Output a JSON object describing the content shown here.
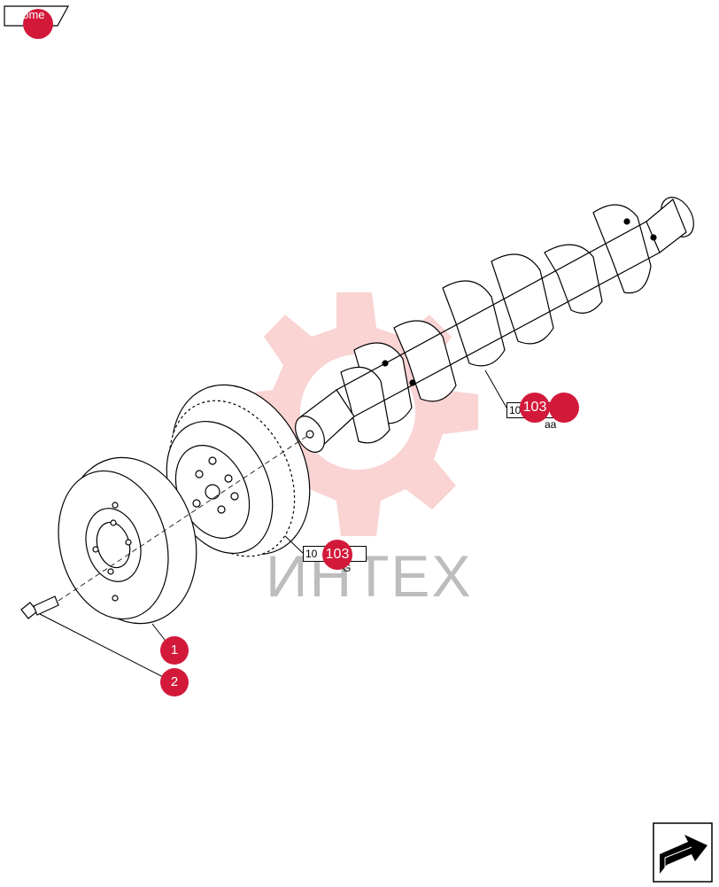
{
  "nav": {
    "home_label": "home"
  },
  "watermark": {
    "text": "ИНТЕХ",
    "color": "#f7b6b6"
  },
  "callouts": {
    "item1": "1",
    "item2": "2",
    "ref_a_prefix": "10",
    "ref_a_badge": "103",
    "ref_a_suffix": "aa",
    "ref_b_prefix": "10",
    "ref_b_badge": "103",
    "ref_b_suffix": "G"
  },
  "colors": {
    "accent": "#d3193a",
    "line": "#000000"
  }
}
